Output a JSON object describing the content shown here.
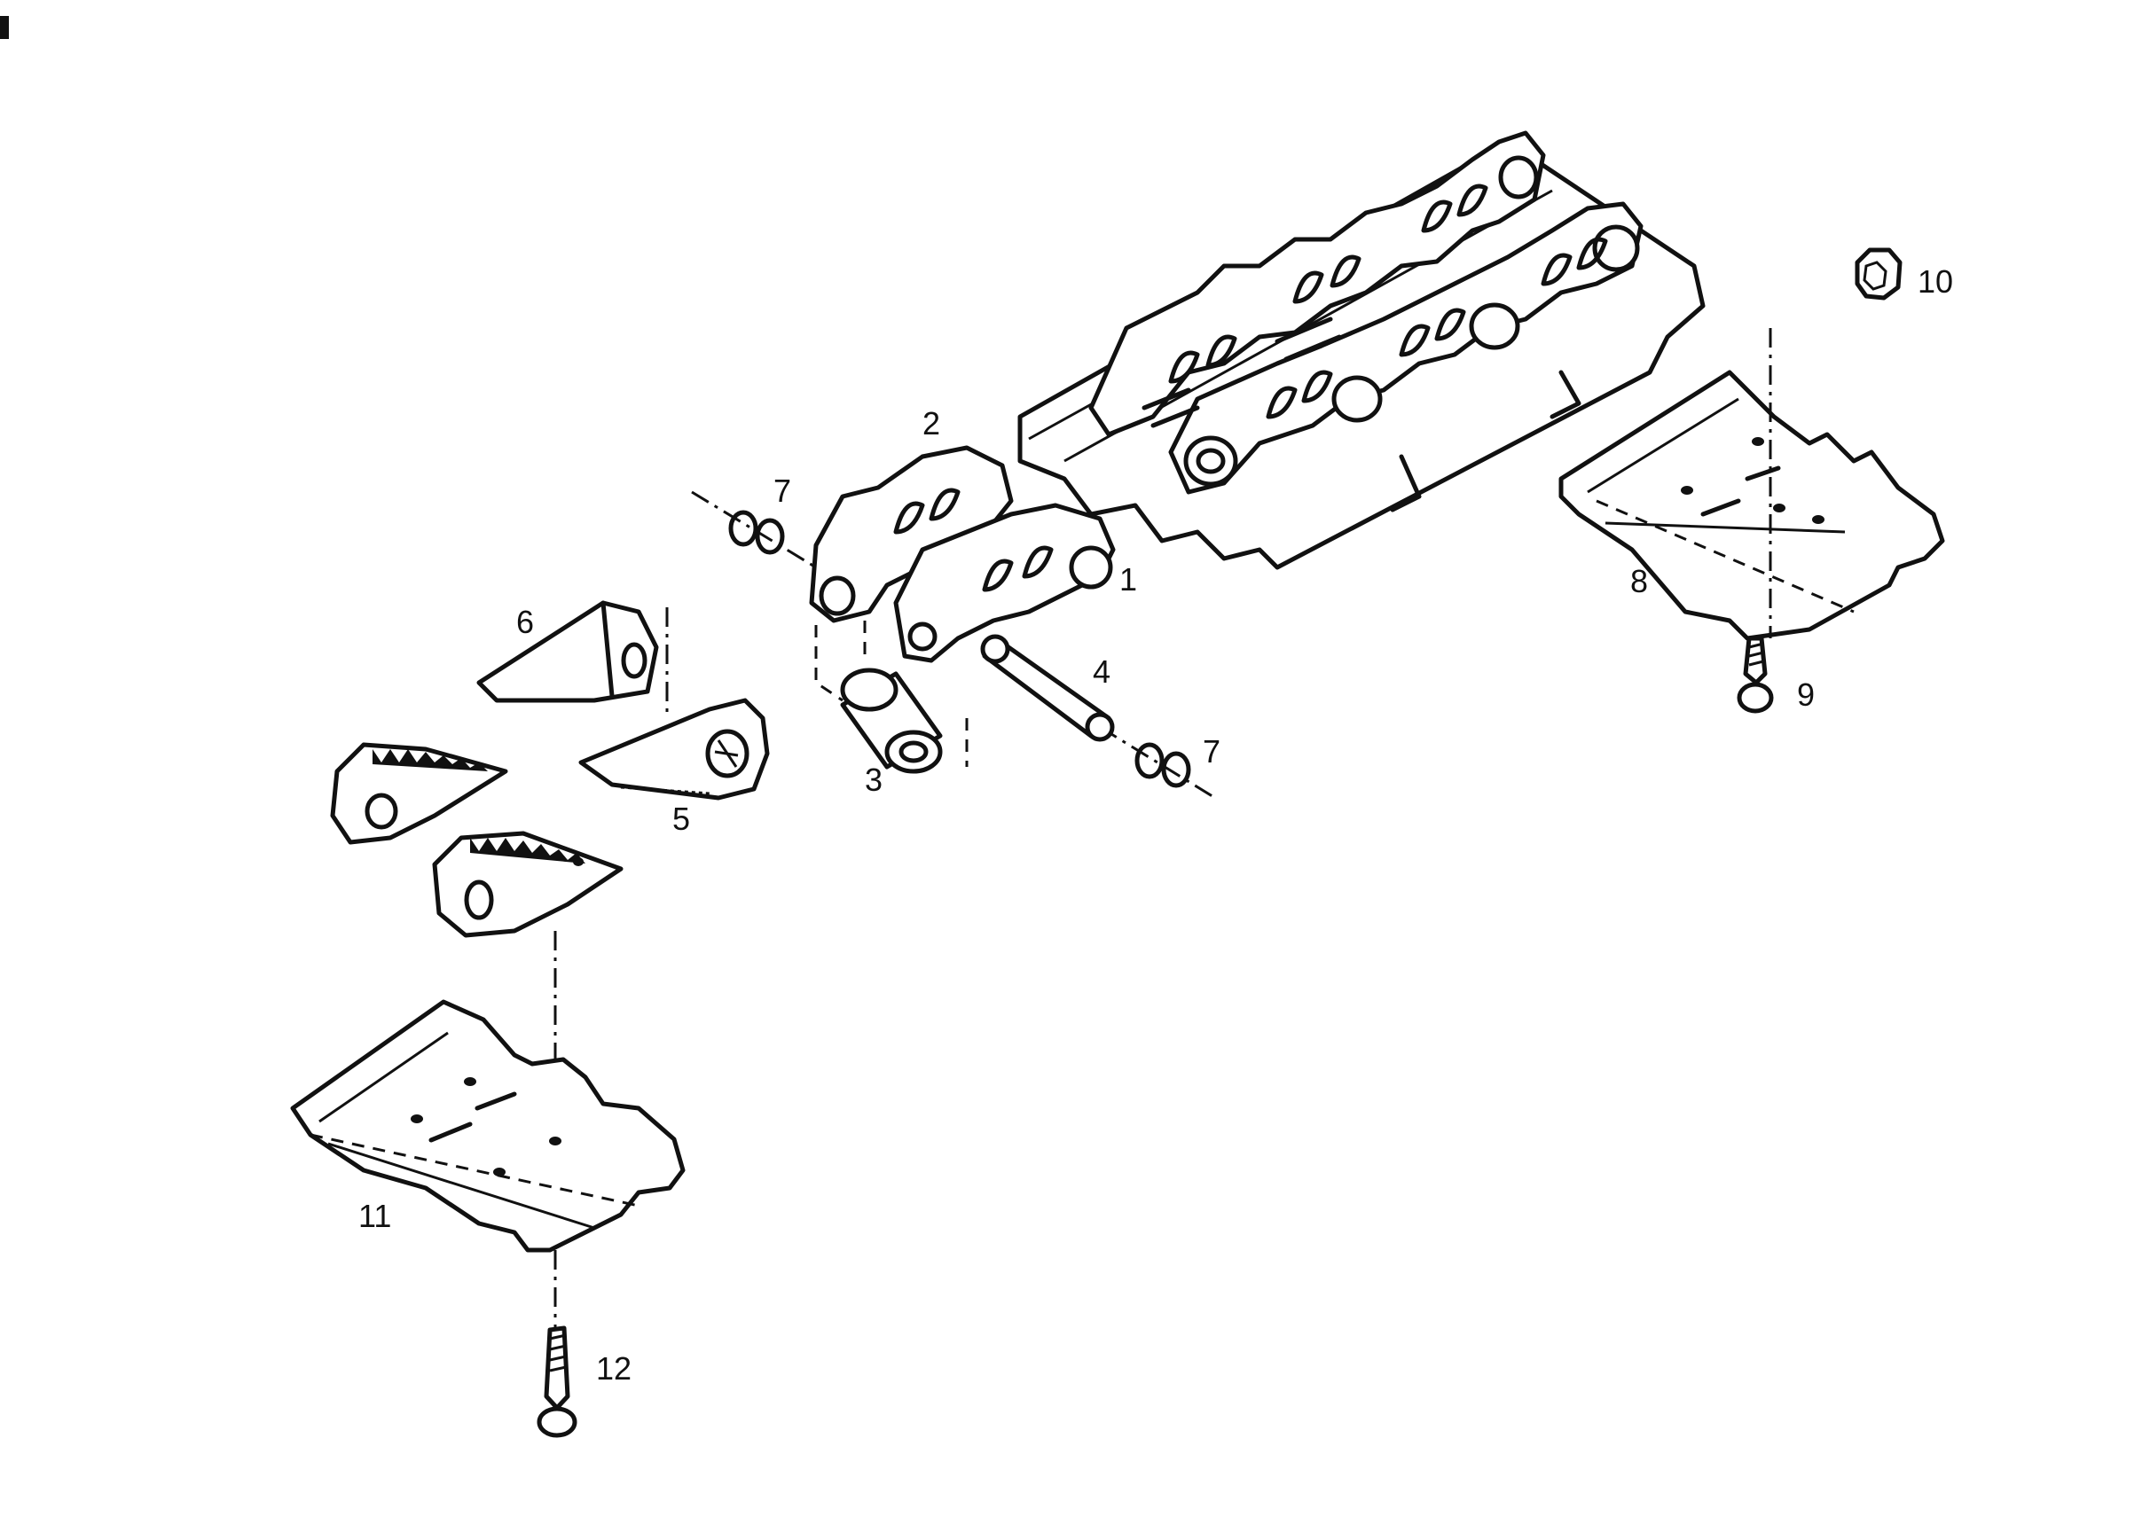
{
  "diagram": {
    "callouts": [
      "1",
      "2",
      "3",
      "4",
      "5",
      "6",
      "7",
      "7",
      "8",
      "9",
      "10",
      "11",
      "12"
    ]
  }
}
